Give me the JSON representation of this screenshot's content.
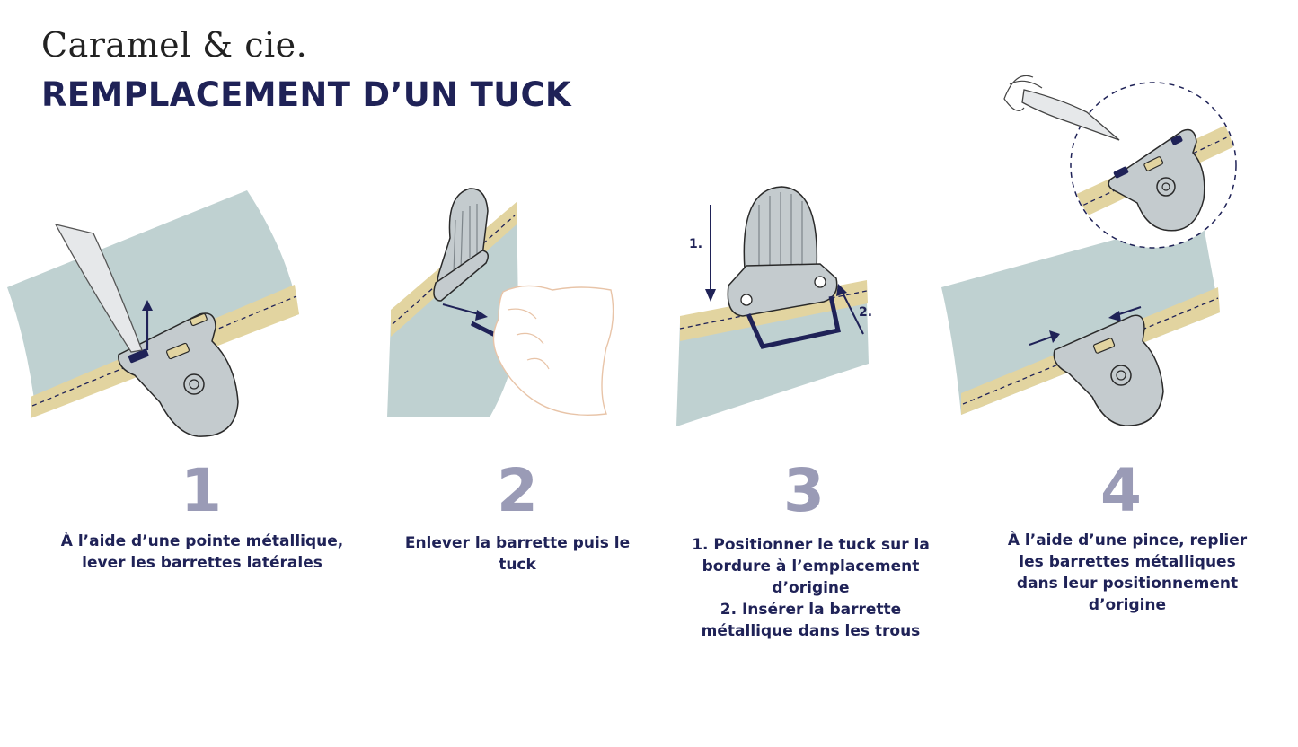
{
  "header": {
    "brand": "Caramel & cie.",
    "title": "REMPLACEMENT D’UN TUCK"
  },
  "steps": [
    {
      "number": "1",
      "lines": [
        "À l’aide d’une pointe métallique,",
        "lever les barrettes latérales"
      ]
    },
    {
      "number": "2",
      "lines": [
        "Enlever la barrette puis le",
        "tuck"
      ]
    },
    {
      "number": "3",
      "lines": [
        "1. Positionner le tuck sur la",
        "bordure à l’emplacement",
        "d’origine",
        "2. Insérer la barrette",
        "métallique dans les trous"
      ],
      "marker_down": "1.",
      "marker_up": "2."
    },
    {
      "number": "4",
      "lines": [
        "À l’aide d’une pince, replier",
        "les barrettes métalliques",
        "dans leur positionnement",
        "d’origine"
      ]
    }
  ],
  "colors": {
    "navy": "#1f2257",
    "fabric": "#bfd1d1",
    "trim": "#e2d4a0",
    "clip": "#c4cbce",
    "number": "#9a9bb6"
  }
}
